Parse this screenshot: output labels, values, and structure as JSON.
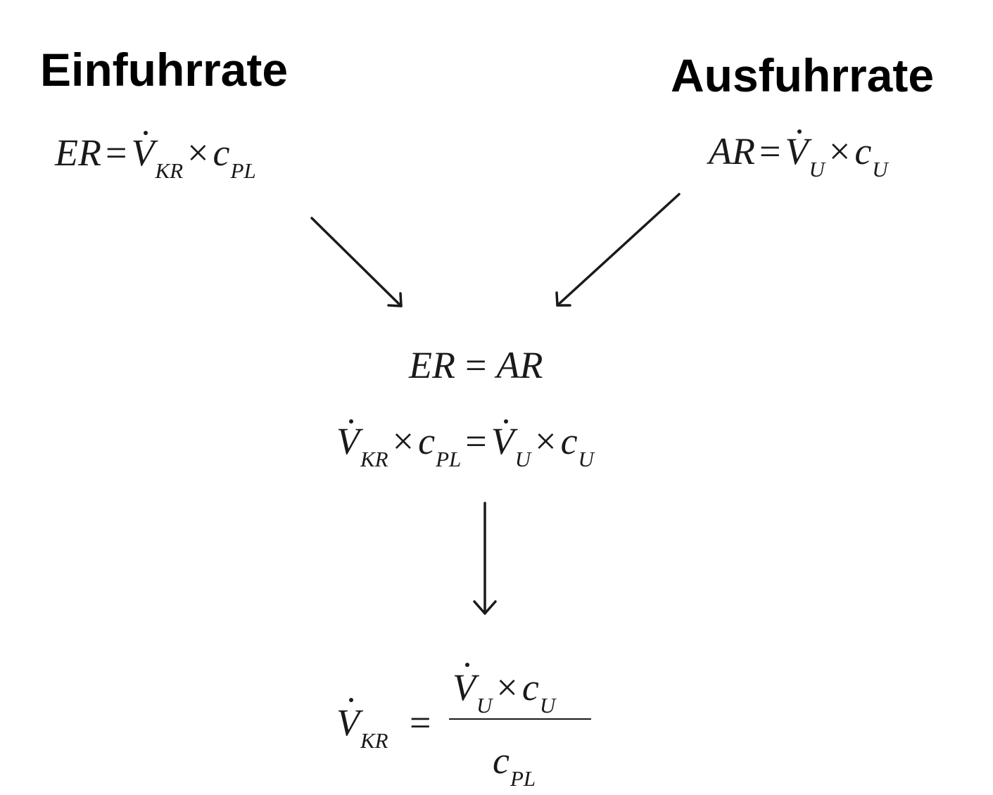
{
  "headings": {
    "left": "Einfuhrrate",
    "right": "Ausfuhrrate"
  },
  "symbols": {
    "ER": "ER",
    "AR": "AR",
    "V": "V",
    "c": "c",
    "equals": "=",
    "times": "×",
    "sub_KR": "KR",
    "sub_PL": "PL",
    "sub_U": "U"
  },
  "colors": {
    "text": "#1a1a1a",
    "heading": "#000000",
    "background": "#ffffff"
  }
}
